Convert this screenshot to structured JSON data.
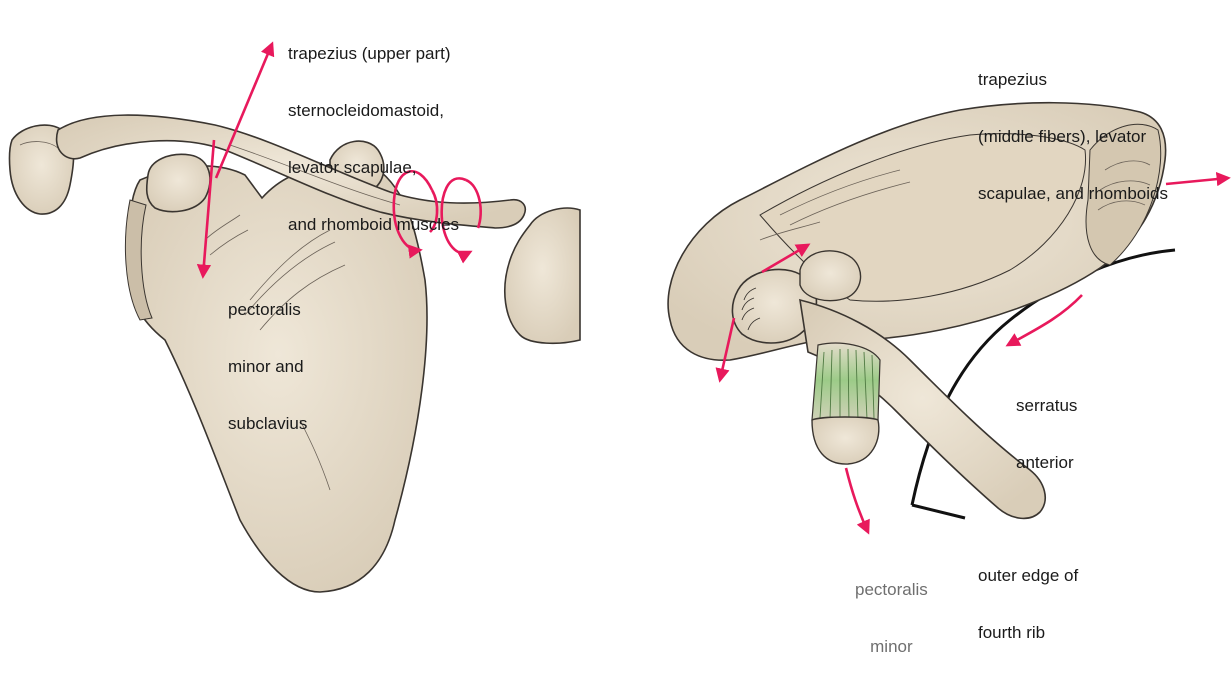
{
  "colors": {
    "bone": "#e6dccb",
    "bone_shadow": "#cbbea8",
    "outline": "#3a3530",
    "arrow": "#e8195c",
    "ligament": "#8fc27e",
    "rib": "#111111"
  },
  "left_view": {
    "upper_label": [
      "trapezius (upper part)",
      "sternocleidomastoid,",
      "levator scapulae,",
      "and rhomboid muscles"
    ],
    "lower_label": [
      "pectoralis",
      "minor and",
      "subclavius"
    ]
  },
  "right_view": {
    "top_label": [
      "trapezius",
      "(middle fibers), levator",
      "scapulae, and rhomboids"
    ],
    "serratus_label": [
      "serratus",
      "anterior"
    ],
    "pectoralis_label": [
      "pectoralis",
      "minor"
    ],
    "rib_label": [
      "outer edge of",
      "fourth rib"
    ]
  }
}
